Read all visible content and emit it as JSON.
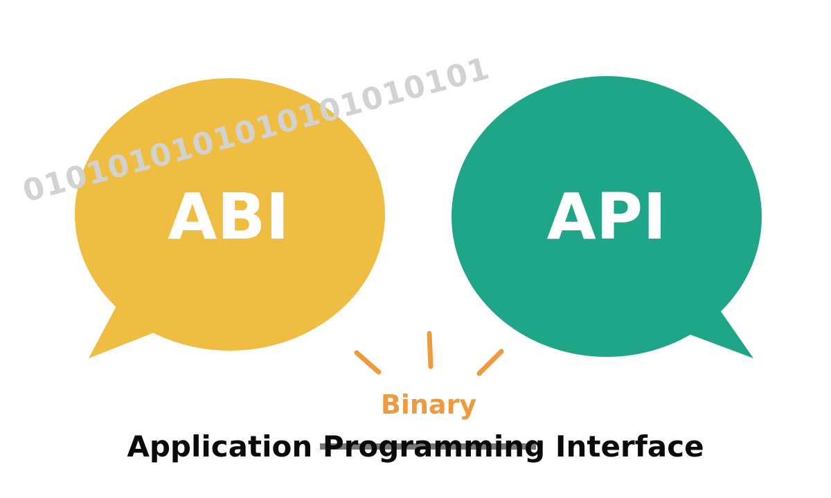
{
  "colors": {
    "abi_bubble": "#efbd41",
    "api_bubble": "#1fa688",
    "accent_orange": "#ef9b3d",
    "binary_watermark": "#d2d2d2",
    "text_dark": "#0a0a0a"
  },
  "left_bubble": {
    "label": "ABI"
  },
  "right_bubble": {
    "label": "API"
  },
  "binary_watermark": {
    "text": "0101010101010101010101"
  },
  "binary_label": {
    "text": "Binary"
  },
  "overlap_label": {
    "main_text": "Application Programming Interface"
  }
}
